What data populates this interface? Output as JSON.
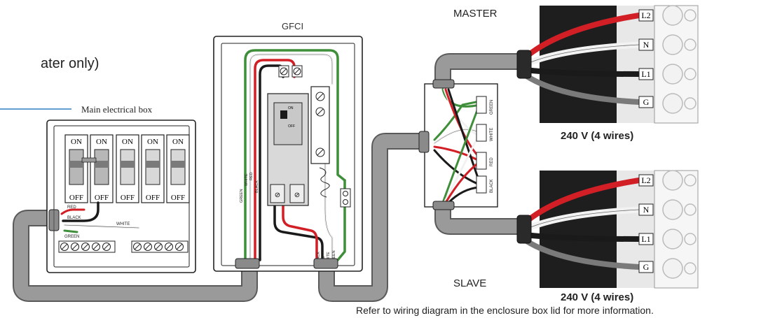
{
  "partial_text": "ater only)",
  "labels": {
    "gfci": "GFCI",
    "master": "MASTER",
    "slave": "SLAVE",
    "main_box": "Main electrical box",
    "voltage_master": "240 V (4 wires)",
    "voltage_slave": "240 V (4 wires)",
    "footer": "Refer to wiring diagram in the enclosure box lid for more information."
  },
  "breaker_switches": [
    {
      "top": "ON",
      "bottom": "OFF"
    },
    {
      "top": "ON",
      "bottom": "OFF"
    },
    {
      "top": "ON",
      "bottom": "OFF"
    },
    {
      "top": "ON",
      "bottom": "OFF"
    },
    {
      "top": "ON",
      "bottom": "OFF"
    }
  ],
  "main_box_wires": {
    "red": "RED",
    "black": "BLACK",
    "white": "WHITE",
    "green": "GREEN"
  },
  "gfci_wires_left": {
    "green": "GREEN",
    "white": "WHITE",
    "red": "RED",
    "black": "BLACK"
  },
  "gfci_wires_bottom": {
    "black": "BLACK",
    "red": "RED",
    "white": "WHITE",
    "green": "GREEN"
  },
  "gfci_breaker": {
    "on": "ON",
    "off": "OFF"
  },
  "junction_labels": {
    "green": "GREEN",
    "white": "WHITE",
    "red": "RED",
    "black": "BLACK"
  },
  "terminals": [
    "L2",
    "N",
    "L1",
    "G"
  ],
  "colors": {
    "conduit": "#8a8a8a",
    "red_wire": "#d21f26",
    "black_wire": "#1a1a1a",
    "white_wire": "#f2f2f2",
    "green_wire": "#3f8f3a",
    "leader_line": "#2f7fc0"
  }
}
